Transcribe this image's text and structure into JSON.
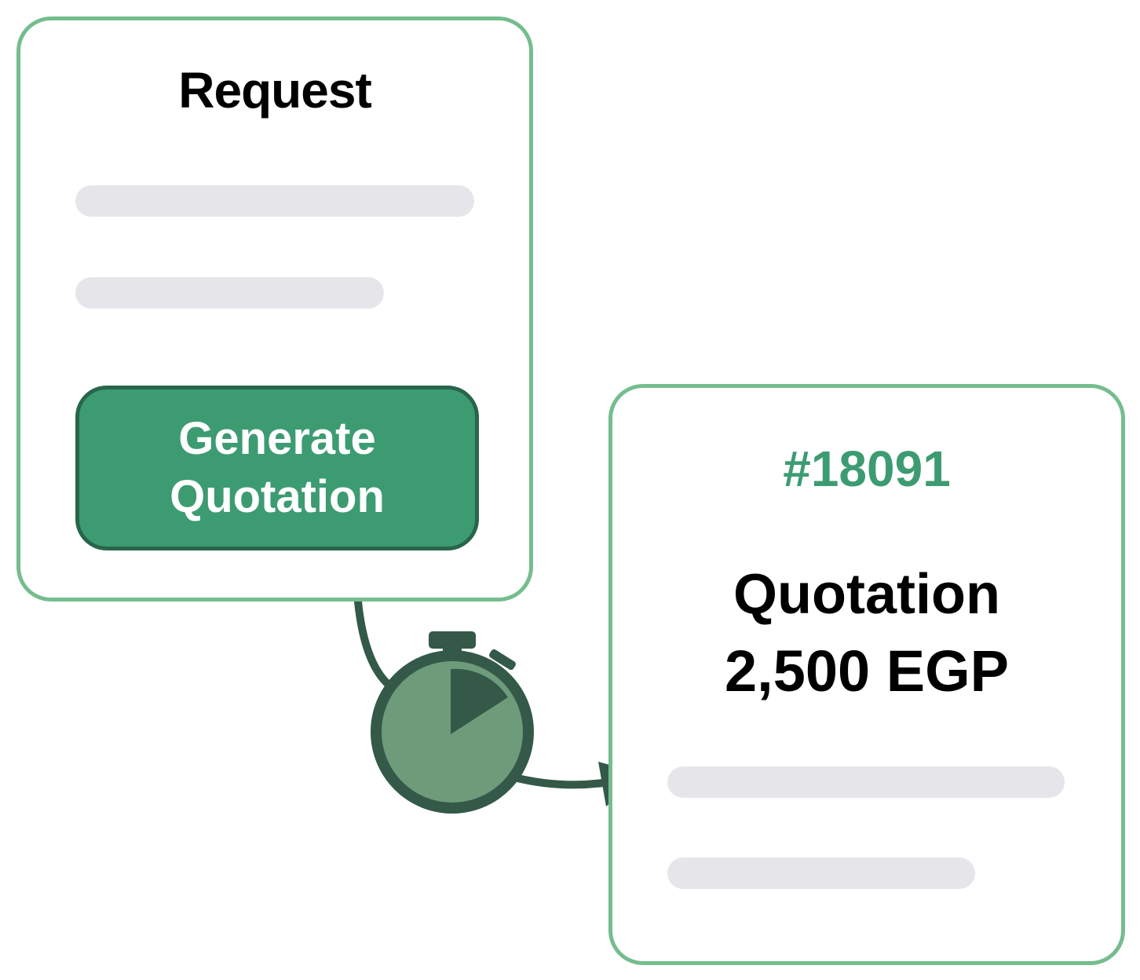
{
  "request_card": {
    "title": "Request",
    "button": {
      "line1": "Generate",
      "line2": "Quotation"
    }
  },
  "timer": {
    "icon": "stopwatch-icon"
  },
  "quotation_card": {
    "number": "#18091",
    "label": "Quotation",
    "amount": "2,500 EGP"
  },
  "colors": {
    "card_border": "#75bd8e",
    "button_fill": "#3d9b72",
    "button_border": "#27664b",
    "accent_text": "#3d9b72",
    "timer_fill": "#6e9c7b",
    "timer_dark": "#345949",
    "placeholder": "#e6e6ea"
  }
}
